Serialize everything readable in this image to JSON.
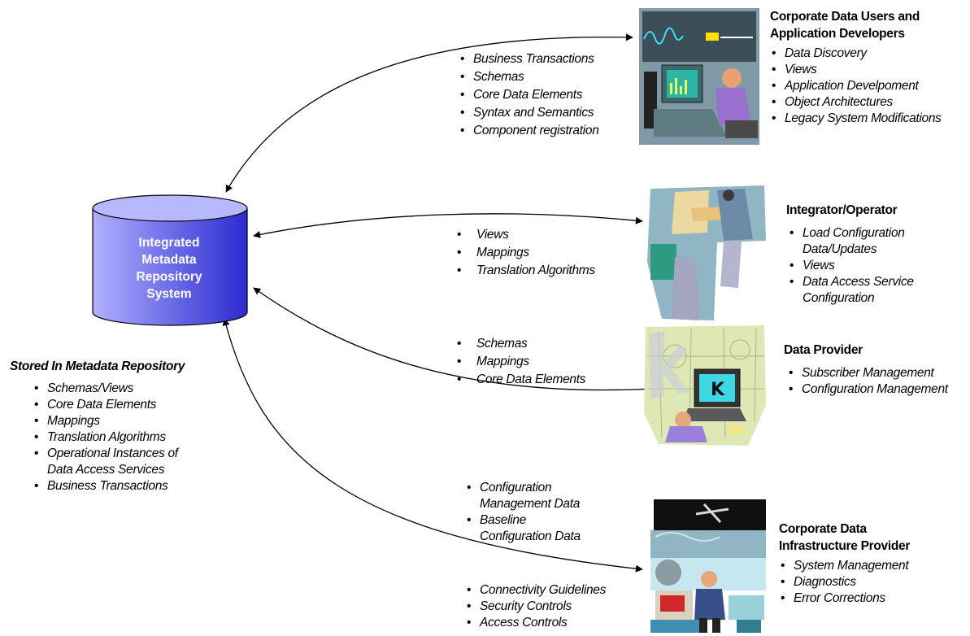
{
  "repository": {
    "label_lines": [
      "Integrated",
      "Metadata",
      "Repository",
      "System"
    ],
    "fill_top": "#b8b8ff",
    "fill_side": "#5a5ae0"
  },
  "stored": {
    "title": "Stored In Metadata Repository",
    "items": [
      "Schemas/Views",
      "Core Data Elements",
      "Mappings",
      "Translation Algorithms",
      "Operational Instances of",
      "Data Access Services",
      "Business Transactions"
    ]
  },
  "flows": {
    "users": [
      "Business Transactions",
      "Schemas",
      "Core Data Elements",
      "Syntax and Semantics",
      "Component registration"
    ],
    "integrator": [
      "Views",
      "Mappings",
      "Translation Algorithms"
    ],
    "provider": [
      "Schemas",
      "Mappings",
      "Core Data Elements"
    ],
    "infra_top": [
      "Configuration",
      "Management Data",
      "Baseline",
      "Configuration Data"
    ],
    "infra_bottom": [
      "Connectivity Guidelines",
      "Security Controls",
      "Access Controls"
    ]
  },
  "actors": {
    "users": {
      "title_lines": [
        "Corporate Data Users and",
        "Application Developers"
      ],
      "items": [
        "Data Discovery",
        "Views",
        "Application Develpoment",
        "Object Architectures",
        "Legacy System Modifications"
      ]
    },
    "integrator": {
      "title": "Integrator/Operator",
      "items": [
        "Load Configuration",
        "Data/Updates",
        "Views",
        "Data Access Service",
        "Configuration"
      ]
    },
    "provider": {
      "title": "Data Provider",
      "items": [
        "Subscriber Management",
        "Configuration Management"
      ]
    },
    "infra": {
      "title_lines": [
        "Corporate Data",
        "Infrastructure Provider"
      ],
      "items": [
        "System Management",
        "Diagnostics",
        "Error Corrections"
      ]
    }
  }
}
